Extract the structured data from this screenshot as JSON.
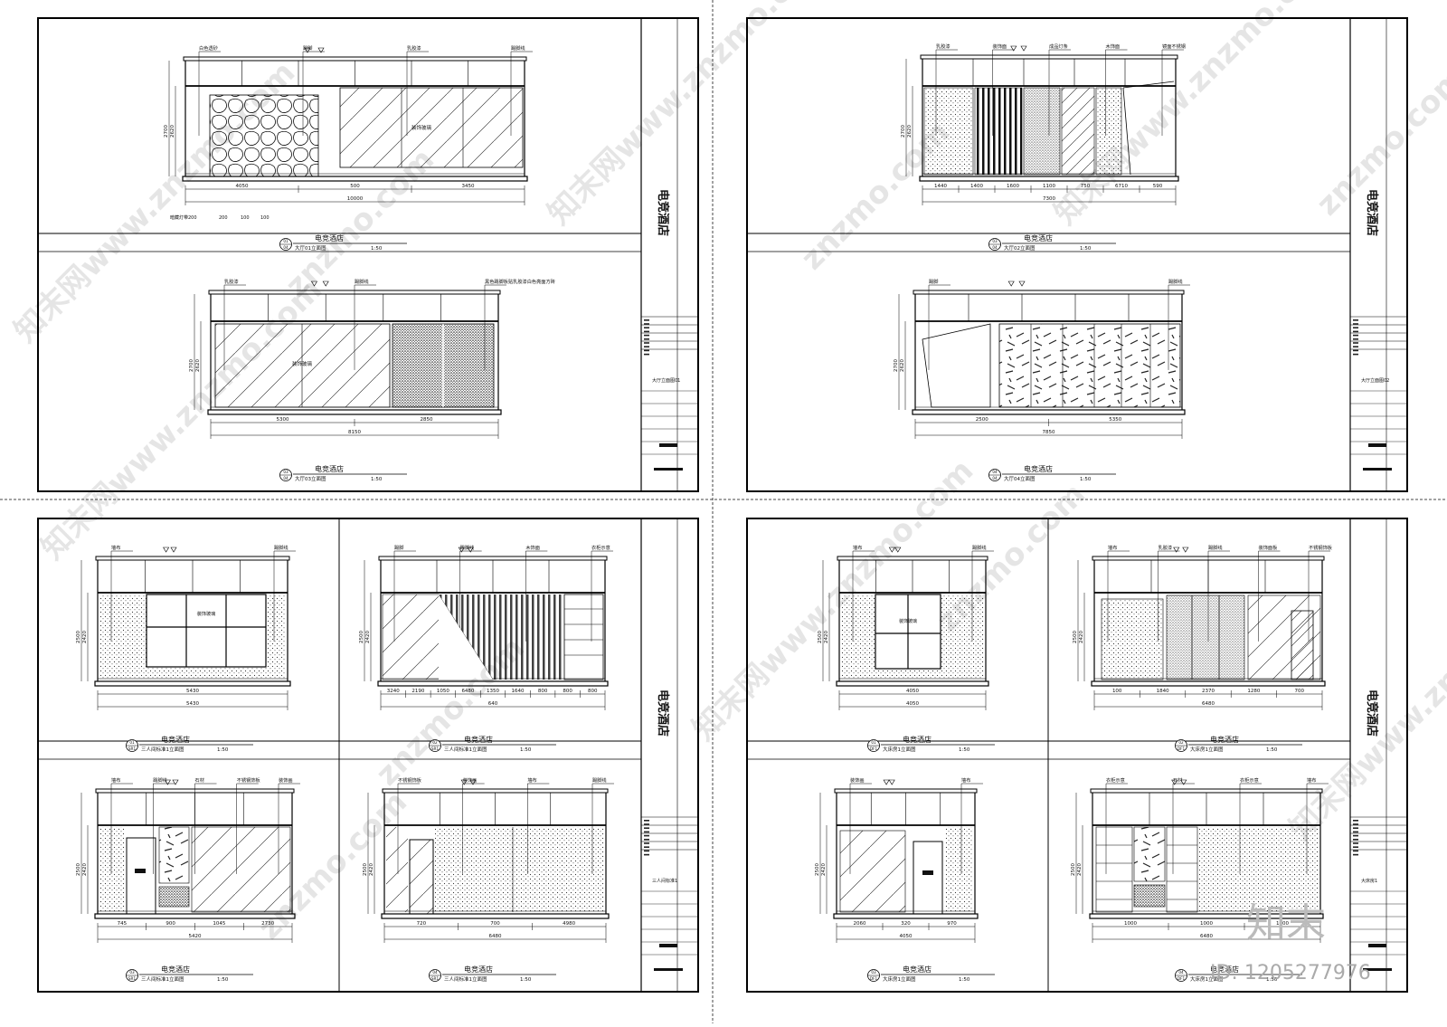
{
  "project_name": "电竞酒店",
  "scale_label": "1:50",
  "sheets": [
    {
      "title": "大厅立面图01",
      "elevations": [
        {
          "code": "01",
          "ref": "04",
          "name": "大厅01立面图",
          "labels": [
            "白色透砂",
            "踢脚",
            "乳胶漆",
            "踢脚线"
          ],
          "dims": [
            "4050",
            "500",
            "3450",
            "10000"
          ],
          "heights": [
            "2700",
            "2620"
          ],
          "panel_text": "装饰玻璃",
          "bottom_note": [
            "暗藏灯带200",
            "200",
            "100",
            "100"
          ]
        },
        {
          "code": "03",
          "ref": "04",
          "name": "大厅03立面图",
          "labels": [
            "乳胶漆",
            "踢脚线",
            "黑色踢脚板贴乳胶漆白色亮面方砖"
          ],
          "dims": [
            "5300",
            "2850",
            "8150"
          ],
          "heights": [
            "2700",
            "2620"
          ],
          "panel_text": "装饰玻璃"
        }
      ]
    },
    {
      "title": "大厅立面图02",
      "elevations": [
        {
          "code": "03",
          "ref": "04",
          "name": "大厅02立面图",
          "labels": [
            "乳胶漆",
            "装饰面",
            "成品灯条",
            "木饰面",
            "镜面不锈钢"
          ],
          "dims": [
            "1440",
            "1400",
            "1600",
            "1100",
            "750",
            "6710",
            "590",
            "7300"
          ],
          "heights": [
            "2700",
            "2620"
          ]
        },
        {
          "code": "04",
          "ref": "04",
          "name": "大厅04立面图",
          "labels": [
            "踢脚",
            "踢脚线"
          ],
          "dims": [
            "2500",
            "5350",
            "7850"
          ],
          "heights": [
            "2700",
            "2620"
          ]
        }
      ]
    },
    {
      "title": "三人间标准1",
      "elevations": [
        {
          "code": "01",
          "ref": "SR1",
          "name": "三人间标准1立面图",
          "labels": [
            "墙布",
            "踢脚线"
          ],
          "dims": [
            "5430",
            "5430"
          ],
          "heights": [
            "2500",
            "2420"
          ],
          "panel_text": "装饰玻璃"
        },
        {
          "code": "02",
          "ref": "SR1",
          "name": "三人间标准1立面图",
          "labels": [
            "踢脚",
            "踢脚线",
            "木饰面",
            "衣柜示意"
          ],
          "dims": [
            "3240",
            "2190",
            "1050",
            "6480",
            "1350",
            "1640",
            "800",
            "800",
            "800",
            "640"
          ],
          "heights": [
            "2500",
            "2420"
          ]
        },
        {
          "code": "03",
          "ref": "SR1",
          "name": "三人间标准1立面图",
          "labels": [
            "墙布",
            "踢脚线",
            "石材",
            "不锈钢饰板",
            "装饰画"
          ],
          "dims": [
            "745",
            "900",
            "1045",
            "2730",
            "5420"
          ],
          "heights": [
            "2500",
            "2420"
          ]
        },
        {
          "code": "04",
          "ref": "SR1",
          "name": "三人间标准1立面图",
          "labels": [
            "不锈钢饰板",
            "装饰画",
            "墙布",
            "踢脚线"
          ],
          "dims": [
            "720",
            "700",
            "4980",
            "6480"
          ],
          "heights": [
            "2500",
            "2420"
          ]
        }
      ]
    },
    {
      "title": "大床房1",
      "elevations": [
        {
          "code": "01",
          "ref": "DF1",
          "name": "大床房1立面图",
          "labels": [
            "墙布",
            "踢脚线"
          ],
          "dims": [
            "4050",
            "4050"
          ],
          "heights": [
            "2500",
            "2420"
          ],
          "panel_text": "装饰玻璃"
        },
        {
          "code": "02",
          "ref": "DF1",
          "name": "大床房1立面图",
          "labels": [
            "墙布",
            "乳胶漆",
            "踢脚线",
            "装饰面板",
            "不锈钢饰板"
          ],
          "dims": [
            "100",
            "1840",
            "2370",
            "1280",
            "700",
            "6480"
          ],
          "heights": [
            "2500",
            "2420"
          ]
        },
        {
          "code": "03",
          "ref": "DF1",
          "name": "大床房1立面图",
          "labels": [
            "装饰画",
            "墙布"
          ],
          "dims": [
            "2060",
            "320",
            "970",
            "4050"
          ],
          "heights": [
            "2500",
            "2420"
          ]
        },
        {
          "code": "04",
          "ref": "DF1",
          "name": "大床房1立面图",
          "labels": [
            "衣柜示意",
            "石材",
            "衣柜示意",
            "墙布"
          ],
          "dims": [
            "1000",
            "1000",
            "1000",
            "6480"
          ],
          "heights": [
            "2500",
            "2420"
          ]
        }
      ]
    }
  ],
  "watermarks": [
    "知末网www.znzmo.com",
    "znzmo.com"
  ],
  "logo_text": "知末",
  "id_text": "ID: 1205277976"
}
